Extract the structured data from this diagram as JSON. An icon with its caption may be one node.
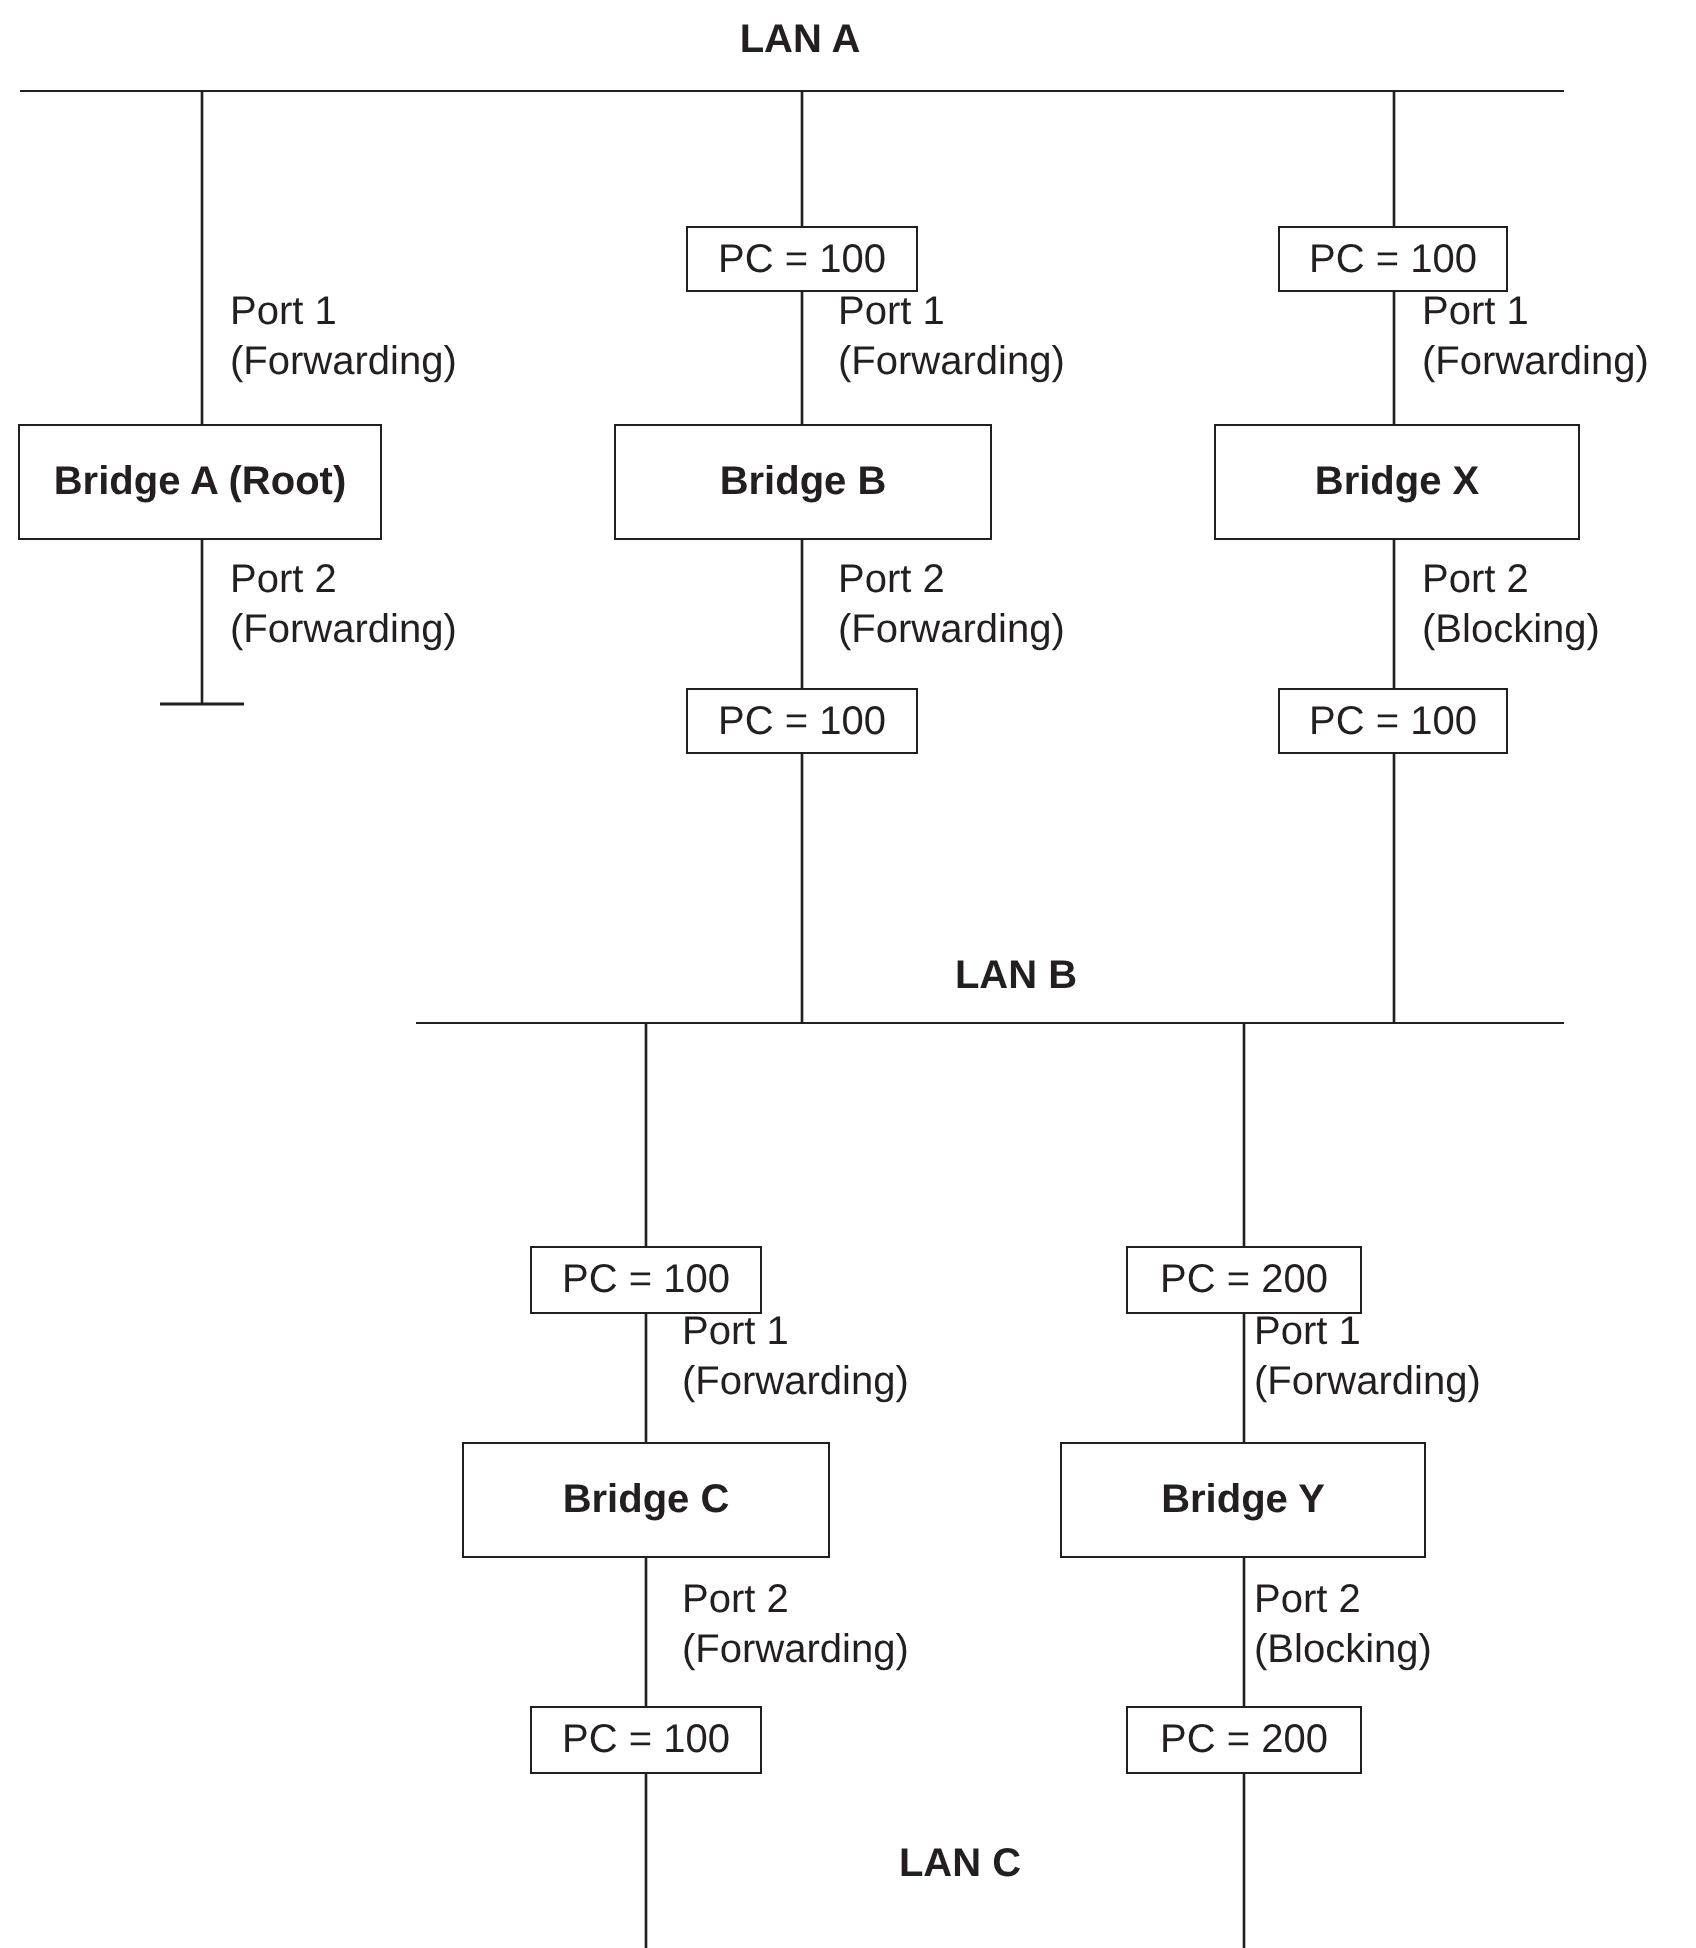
{
  "diagram": {
    "nodes": [
      {
        "text": [
          "LAN A"
        ]
      },
      {
        "text": [
          "Bridge A (Root)"
        ]
      },
      {
        "text": [
          "PC = 100"
        ]
      },
      {
        "text": [
          "Bridge B"
        ]
      },
      {
        "text": [
          "PC = 100"
        ]
      },
      {
        "text": [
          "PC = 100"
        ]
      },
      {
        "text": [
          "Bridge X"
        ]
      },
      {
        "text": [
          "PC = 100"
        ]
      },
      {
        "text": [
          "LAN B"
        ]
      },
      {
        "text": [
          "PC = 100"
        ]
      },
      {
        "text": [
          "Bridge C"
        ]
      },
      {
        "text": [
          "PC = 100"
        ]
      },
      {
        "text": [
          "PC = 200"
        ]
      },
      {
        "text": [
          "Bridge Y"
        ]
      },
      {
        "text": [
          "PC = 200"
        ]
      }
    ],
    "edges": [
      {
        "from": 0,
        "to": 1,
        "arrow": "none",
        "label": "Port 1 (Forwarding)"
      },
      {
        "from": 1,
        "to": null,
        "arrow": "other",
        "label": "Port 2 (Forwarding)"
      },
      {
        "from": 0,
        "to": 2,
        "arrow": "none"
      },
      {
        "from": 2,
        "to": 3,
        "arrow": "none",
        "label": "Port 1 (Forwarding)"
      },
      {
        "from": 3,
        "to": 4,
        "arrow": "none",
        "label": "Port 2 (Forwarding)"
      },
      {
        "from": 4,
        "to": 8,
        "arrow": "none"
      },
      {
        "from": 0,
        "to": 5,
        "arrow": "none"
      },
      {
        "from": 5,
        "to": 6,
        "arrow": "none",
        "label": "Port 1 (Forwarding)"
      },
      {
        "from": 6,
        "to": 7,
        "arrow": "none",
        "label": "Port 2 (Blocking)"
      },
      {
        "from": 7,
        "to": 8,
        "arrow": "none"
      },
      {
        "from": 8,
        "to": 9,
        "arrow": "none"
      },
      {
        "from": 9,
        "to": 10,
        "arrow": "none",
        "label": "Port 1 (Forwarding)"
      },
      {
        "from": 10,
        "to": 11,
        "arrow": "none",
        "label": "Port 2 (Forwarding)"
      },
      {
        "from": 11,
        "to": null,
        "arrow": "none"
      },
      {
        "from": 8,
        "to": 12,
        "arrow": "none"
      },
      {
        "from": 12,
        "to": 13,
        "arrow": "none",
        "label": "Port 1 (Forwarding)"
      },
      {
        "from": 13,
        "to": 14,
        "arrow": "none",
        "label": "Port 2 (Blocking)"
      },
      {
        "from": 14,
        "to": null,
        "arrow": "none"
      }
    ],
    "labels": [
      "LAN C"
    ]
  }
}
